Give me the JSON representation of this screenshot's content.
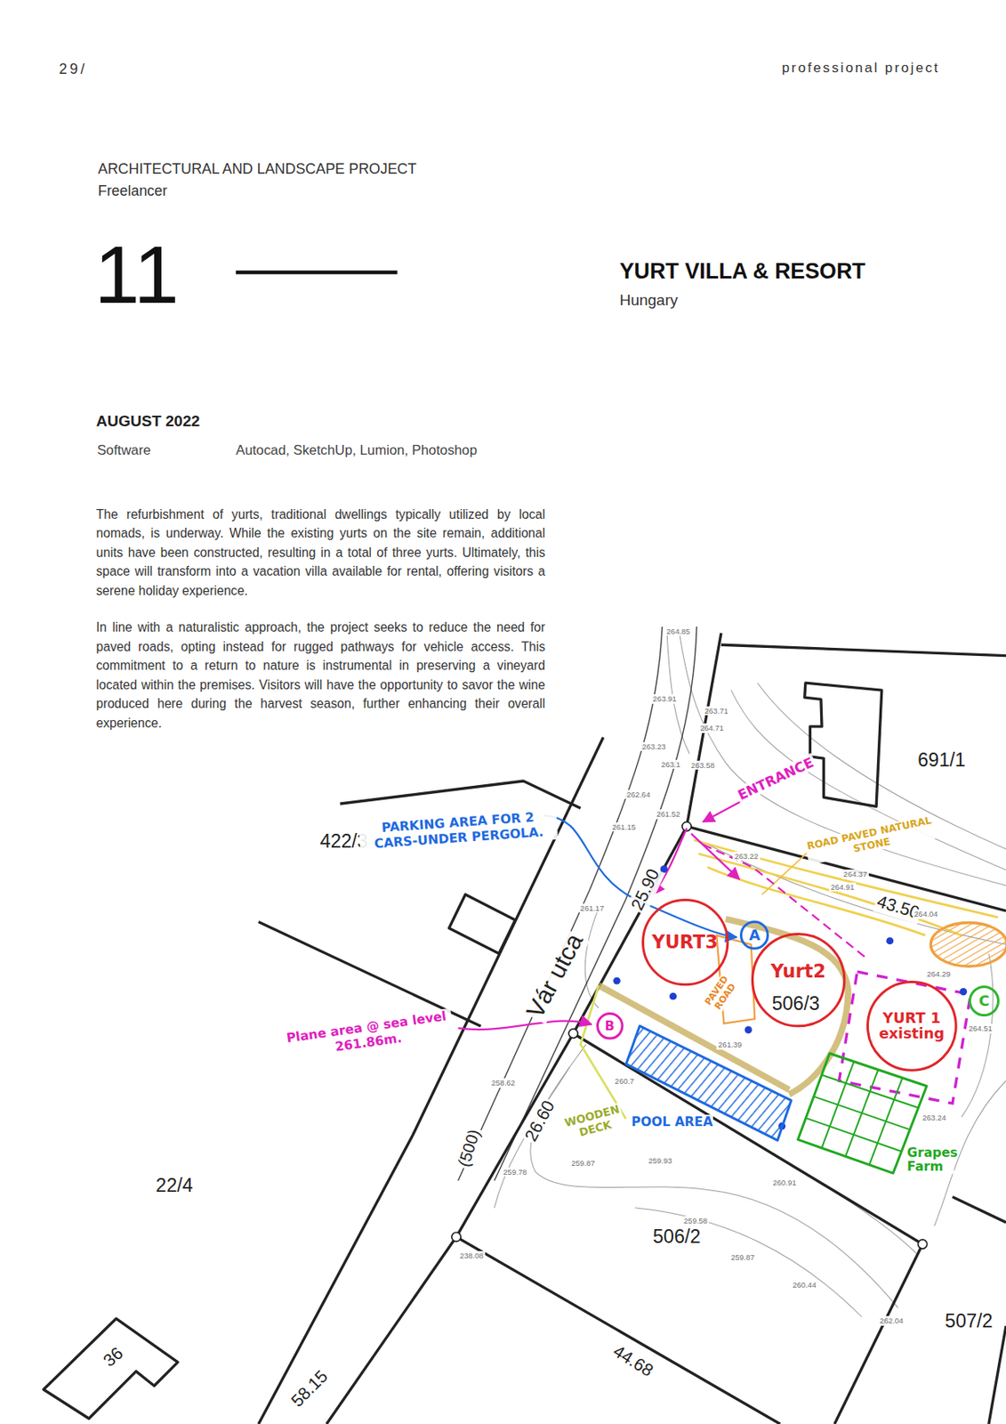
{
  "diagram": {
    "title": "YURT VILLA & RESORT",
    "nodes": [
      {
        "text": [
          "YURT3"
        ]
      },
      {
        "text": [
          "A"
        ]
      },
      {
        "text": [
          "Yurt2"
        ]
      },
      {
        "text": [
          "B"
        ]
      },
      {
        "text": [
          "YURT 1 existing"
        ]
      },
      {
        "text": [
          "C"
        ]
      },
      {
        "text": [
          "POOL AREA"
        ]
      },
      {
        "text": [
          "Grapes Farm"
        ]
      }
    ],
    "labels": [
      "29/",
      "professional project",
      "ARCHITECTURAL AND LANDSCAPE PROJECT",
      "Freelancer",
      "11",
      "Hungary",
      "AUGUST 2022",
      "Software",
      "Autocad, SketchUp, Lumion, Photoshop",
      "The refurbishment of yurts, traditional dwellings typically utilized by local nomads, is underway. While the existing yurts on the site remain, additional units have been constructed, resulting in a total of three yurts. Ultimately, this space will transform into a vacation villa available for rental, offering visitors a serene holiday experience.",
      "In line with a naturalistic approach, the project seeks to reduce the need for paved roads, opting instead for rugged pathways for vehicle access. This commitment to a return to nature is instrumental in preserving a vineyard located within the premises. Visitors will have the opportunity to savor the wine produced here during the harvest season, further enhancing their overall experience.",
      "691/1",
      "422/3",
      "43.50",
      "506/3",
      "25.90",
      "Vár utca",
      "26.60",
      "(500)",
      "22/4",
      "506/2",
      "507/2",
      "44.68",
      "36",
      "58.15",
      "ENTRANCE",
      "PARKING AREA FOR 2 CARS-UNDER PERGOLA.",
      "ROAD PAVED NATURAL STONE",
      "Plane area @ sea level 261.86m.",
      "PAVED ROAD",
      "WOODEN DECK",
      "264.85",
      "263.91",
      "263.71",
      "264.71",
      "263.23",
      "263.1",
      "263.58",
      "262.64",
      "261.52",
      "261.15",
      "263.22",
      "264.37",
      "264.91",
      "264.04",
      "264.29",
      "264.51",
      "261.39",
      "261.17",
      "260.7",
      "258.62",
      "259.78",
      "259.87",
      "259.93",
      "263.24",
      "260.91",
      "259.58",
      "259.87",
      "260.44",
      "262.04",
      "238.08"
    ]
  }
}
